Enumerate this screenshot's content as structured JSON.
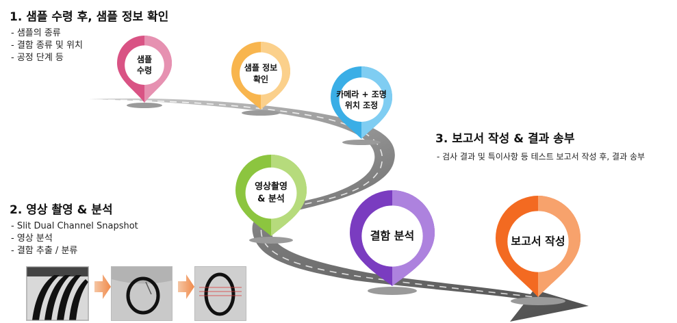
{
  "steps": [
    {
      "title": "1. 샘플 수령 후, 샘플 정보 확인",
      "items": [
        "- 샘플의 종류",
        "- 결함 종류 및 위치",
        "- 공정 단계 등"
      ]
    },
    {
      "title": "2. 영상 촬영 & 분석",
      "items": [
        "- Slit Dual Channel Snapshot",
        "- 영상 분석",
        "- 결함 추출 / 분류"
      ]
    },
    {
      "title": "3. 보고서 작성 & 결과 송부",
      "items": [
        "- 검사 결과 및 특이사항 등 테스트 보고서 작성 후, 결과 송부"
      ]
    }
  ],
  "pins": [
    {
      "lines": [
        "샘플",
        "수령"
      ],
      "color": "#d95384",
      "light": "#e691b1"
    },
    {
      "lines": [
        "샘플 정보",
        "확인"
      ],
      "color": "#f8b54e",
      "light": "#fbd08b"
    },
    {
      "lines": [
        "카메라 + 조명",
        "위치 조정"
      ],
      "color": "#3aaee6",
      "light": "#7fcdf2"
    },
    {
      "lines": [
        "영상촬영",
        "& 분석"
      ],
      "color": "#8cc53f",
      "light": "#b6db7c"
    },
    {
      "lines": [
        "결함 분석"
      ],
      "color": "#7a3cc0",
      "light": "#ad82de"
    },
    {
      "lines": [
        "보고서 작성"
      ],
      "color": "#f36a21",
      "light": "#f7a26c"
    }
  ]
}
